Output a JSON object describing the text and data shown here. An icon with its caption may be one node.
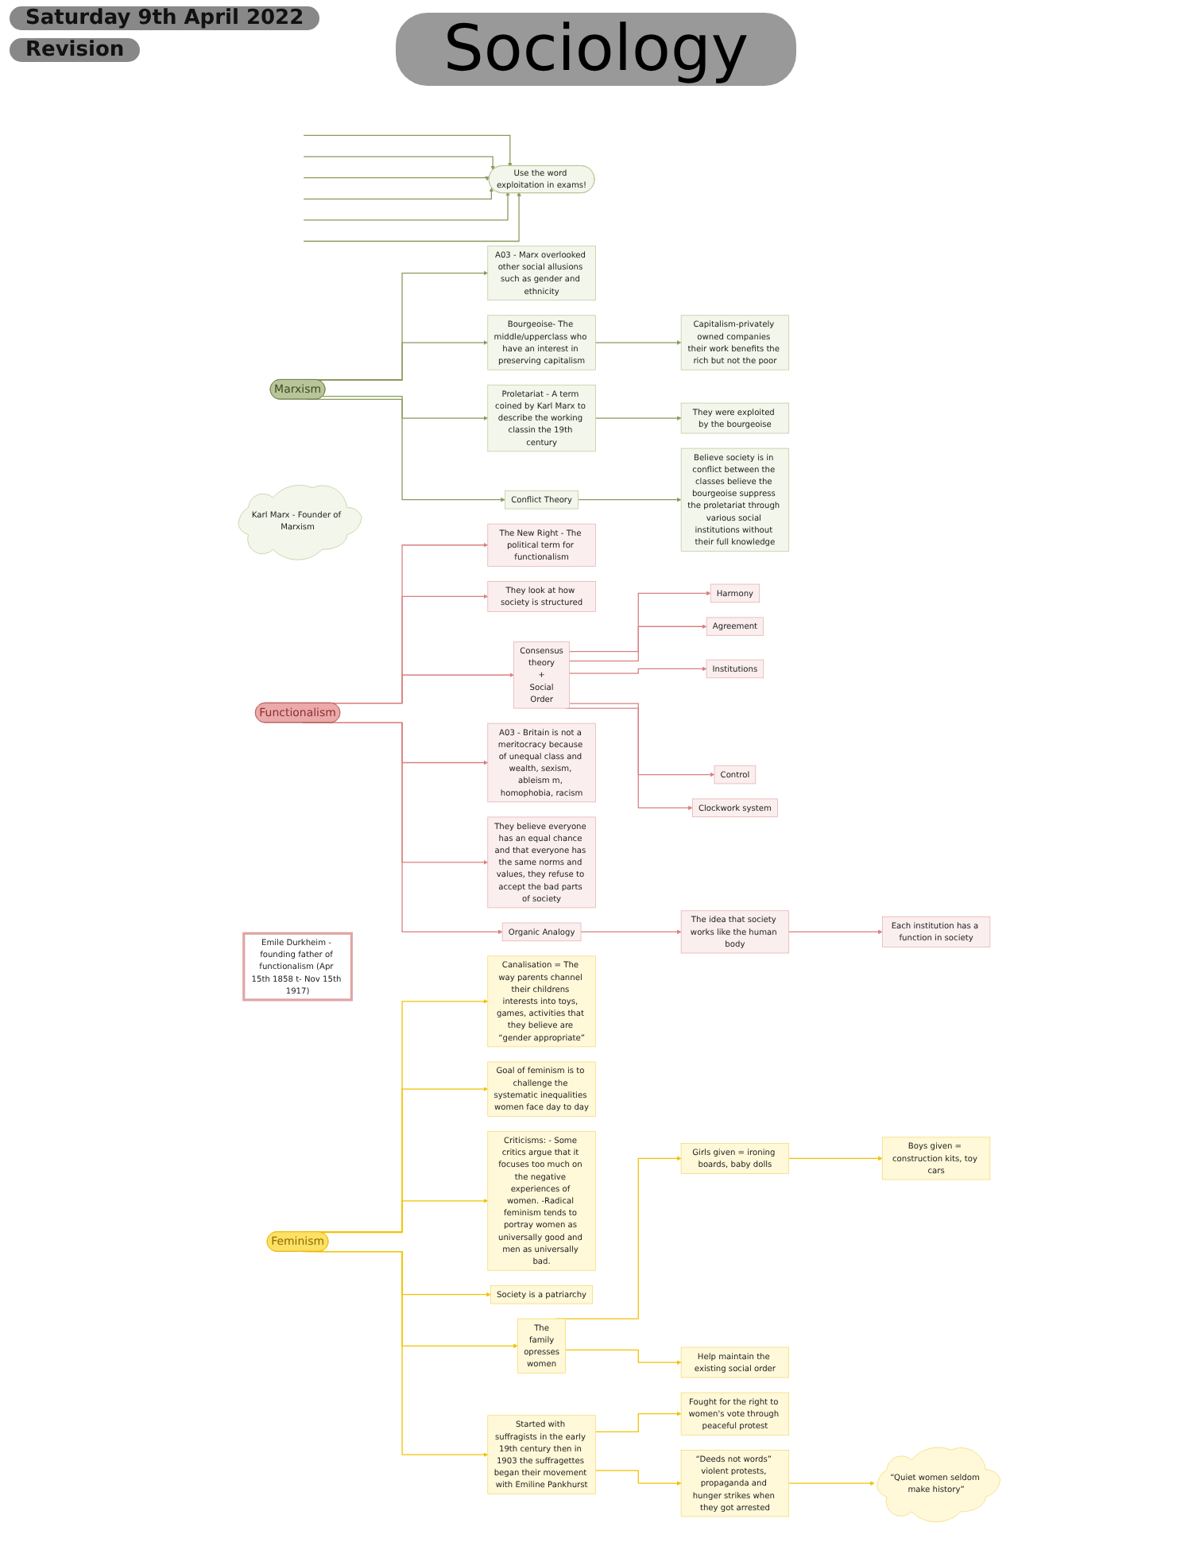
{
  "diagram": {
    "title": "Sociology",
    "nodes": [
      {
        "text": [
          "Marxism"
        ]
      },
      {
        "text": [
          "A03 - Marx overlooked other social allusions such as gender and ethnicity"
        ]
      },
      {
        "text": [
          "Karl Marx - Founder of Marxism"
        ]
      },
      {
        "text": [
          "Use the word exploitation in exams!"
        ]
      },
      {
        "text": [
          "Bourgeoise- The middle/upperclass who have an interest in preserving capitalism"
        ]
      },
      {
        "text": [
          "Capitalism-privately owned companies their work benefits the rich but not the poor"
        ]
      },
      {
        "text": [
          "Proletariat - A term coined by Karl Marx to describe the working classin the 19th century"
        ]
      },
      {
        "text": [
          "They were exploited by the bourgeoise"
        ]
      },
      {
        "text": [
          "Conflict Theory"
        ]
      },
      {
        "text": [
          "Believe society is in conflict between the classes believe the bourgeoise suppress the proletariat through various social institutions without their full knowledge"
        ]
      },
      {
        "text": [
          "Functionalism"
        ]
      },
      {
        "text": [
          "Emile Durkheim - founding father of functionalism (Apr 15th 1858 t- Nov 15th 1917)"
        ]
      },
      {
        "text": [
          "The New Right - The political term for functionalism"
        ]
      },
      {
        "text": [
          "They look at how society is structured"
        ]
      },
      {
        "text": [
          "Consensus theory + Social Order"
        ]
      },
      {
        "text": [
          "Harmony"
        ]
      },
      {
        "text": [
          "Agreement"
        ]
      },
      {
        "text": [
          "Institutions"
        ]
      },
      {
        "text": [
          "Control"
        ]
      },
      {
        "text": [
          "Clockwork system"
        ]
      },
      {
        "text": [
          "A03 - Britain is not a meritocracy because of unequal class and wealth, sexism, ableism m, homophobia, racism"
        ]
      },
      {
        "text": [
          "They believe everyone has an equal chance and that everyone has the same norms and values, they refuse to accept the bad parts of society"
        ]
      },
      {
        "text": [
          "Organic Analogy"
        ]
      },
      {
        "text": [
          "The idea that society works like the human body"
        ]
      },
      {
        "text": [
          "Each institution has a function in society"
        ]
      },
      {
        "text": [
          "Feminism"
        ]
      },
      {
        "text": [
          "Canalisation = The way parents channel their childrens interests into toys, games, activities that they believe are “gender appropriate”"
        ]
      },
      {
        "text": [
          "Goal of feminism is to challenge the systematic inequalities women face day to day"
        ]
      },
      {
        "text": [
          "Criticisms: - Some critics argue that it focuses too much on the negative experiences of women. -Radical feminism tends to portray women as universally good and men as universally bad."
        ]
      },
      {
        "text": [
          "Society is a patriarchy"
        ]
      },
      {
        "text": [
          "The family opresses women"
        ]
      },
      {
        "text": [
          "Girls given = ironing boards, baby dolls"
        ]
      },
      {
        "text": [
          "Boys given = construction kits, toy cars"
        ]
      },
      {
        "text": [
          "Help maintain the existing social order"
        ]
      },
      {
        "text": [
          "Started with suffragists in the early 19th century then in 1903 the suffragettes began their movement with Emiline Pankhurst"
        ]
      },
      {
        "text": [
          "Fought for the right to women's vote through peaceful protest"
        ]
      },
      {
        "text": [
          "“Deeds not words” violent protests, propaganda and hunger strikes when they got arrested"
        ]
      },
      {
        "text": [
          "“Quiet women seldom make history”"
        ]
      }
    ],
    "edges": [
      {
        "from": 0,
        "to": 1,
        "arrow": "to",
        "color": "#8a9a5b"
      },
      {
        "from": 0,
        "to": 4,
        "arrow": "to",
        "color": "#8a9a5b"
      },
      {
        "from": 0,
        "to": 6,
        "arrow": "to",
        "color": "#8a9a5b"
      },
      {
        "from": 0,
        "to": 8,
        "arrow": "to",
        "color": "#8a9a5b"
      },
      {
        "from": 4,
        "to": 5,
        "arrow": "to",
        "color": "#8a9a5b"
      },
      {
        "from": 6,
        "to": 7,
        "arrow": "to",
        "color": "#8a9a5b"
      },
      {
        "from": 8,
        "to": 9,
        "arrow": "to",
        "color": "#8a9a5b"
      },
      {
        "from": null,
        "to": 3,
        "arrow": "to",
        "color": "#8a9a5b"
      },
      {
        "from": null,
        "to": 3,
        "arrow": "to",
        "color": "#8a9a5b"
      },
      {
        "from": null,
        "to": 3,
        "arrow": "to",
        "color": "#8a9a5b"
      },
      {
        "from": null,
        "to": 3,
        "arrow": "to",
        "color": "#8a9a5b"
      },
      {
        "from": null,
        "to": 3,
        "arrow": "to",
        "color": "#8a9a5b"
      },
      {
        "from": null,
        "to": 3,
        "arrow": "to",
        "color": "#8a9a5b"
      },
      {
        "from": 10,
        "to": 12,
        "arrow": "to",
        "color": "#d98080"
      },
      {
        "from": 10,
        "to": 13,
        "arrow": "to",
        "color": "#d98080"
      },
      {
        "from": 10,
        "to": 14,
        "arrow": "to",
        "color": "#d98080"
      },
      {
        "from": 10,
        "to": 20,
        "arrow": "to",
        "color": "#d98080"
      },
      {
        "from": 10,
        "to": 21,
        "arrow": "to",
        "color": "#d98080"
      },
      {
        "from": 10,
        "to": 22,
        "arrow": "to",
        "color": "#d98080"
      },
      {
        "from": 22,
        "to": 23,
        "arrow": "to",
        "color": "#d98080"
      },
      {
        "from": 23,
        "to": 24,
        "arrow": "to",
        "color": "#d98080"
      },
      {
        "from": 14,
        "to": 15,
        "arrow": "to",
        "color": "#d98080"
      },
      {
        "from": 14,
        "to": 16,
        "arrow": "to",
        "color": "#d98080"
      },
      {
        "from": 14,
        "to": 17,
        "arrow": "to",
        "color": "#d98080"
      },
      {
        "from": 14,
        "to": 18,
        "arrow": "to",
        "color": "#d98080"
      },
      {
        "from": 14,
        "to": 19,
        "arrow": "to",
        "color": "#d98080"
      },
      {
        "from": 25,
        "to": 26,
        "arrow": "to",
        "color": "#f2c200"
      },
      {
        "from": 25,
        "to": 27,
        "arrow": "to",
        "color": "#f2c200"
      },
      {
        "from": 25,
        "to": 28,
        "arrow": "to",
        "color": "#f2c200"
      },
      {
        "from": 25,
        "to": 29,
        "arrow": "to",
        "color": "#f2c200"
      },
      {
        "from": 25,
        "to": 30,
        "arrow": "to",
        "color": "#f2c200"
      },
      {
        "from": 25,
        "to": 34,
        "arrow": "to",
        "color": "#f2c200"
      },
      {
        "from": 30,
        "to": 31,
        "arrow": "to",
        "color": "#f2c200"
      },
      {
        "from": 30,
        "to": 33,
        "arrow": "to",
        "color": "#f2c200"
      },
      {
        "from": 31,
        "to": 32,
        "arrow": "to",
        "color": "#f2c200"
      },
      {
        "from": 34,
        "to": 35,
        "arrow": "to",
        "color": "#f2c200"
      },
      {
        "from": 34,
        "to": 36,
        "arrow": "to",
        "color": "#f2c200"
      },
      {
        "from": 36,
        "to": 37,
        "arrow": "to",
        "color": "#f2c200"
      }
    ],
    "labels": [
      "Saturday 9th April 2022",
      "Revision"
    ]
  }
}
